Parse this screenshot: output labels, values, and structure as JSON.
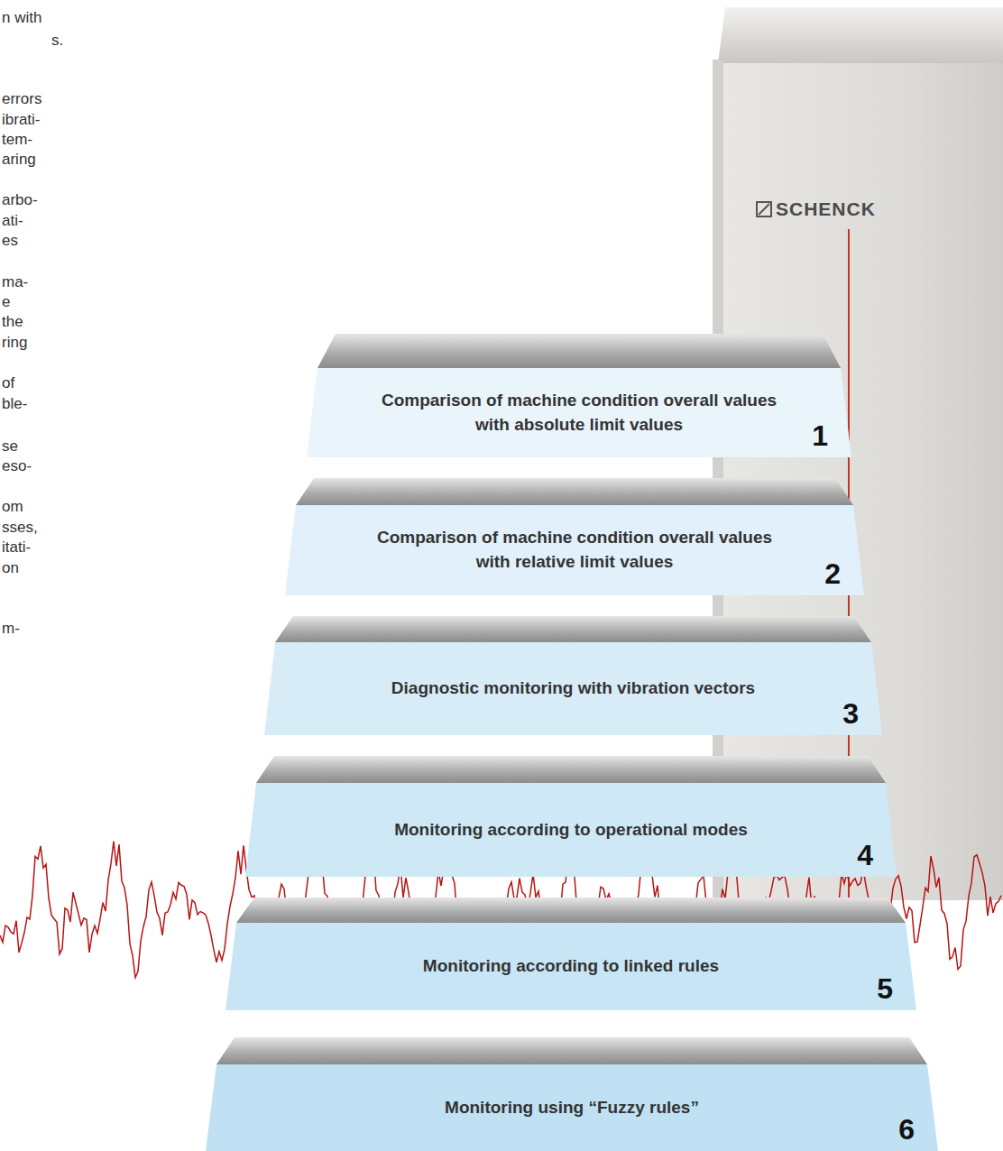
{
  "diagram": {
    "nodes": [
      {
        "text": [
          "SCHENCK"
        ]
      },
      {
        "text": [
          "Comparison of machine condition overall values with absolute limit values",
          "1"
        ]
      },
      {
        "text": [
          "Comparison of machine condition overall values with relative limit values",
          "2"
        ]
      },
      {
        "text": [
          "Diagnostic monitoring with vibration vectors",
          "3"
        ]
      },
      {
        "text": [
          "Monitoring according to operational modes",
          "4"
        ]
      },
      {
        "text": [
          "Monitoring according to linked rules",
          "5"
        ]
      },
      {
        "text": [
          "Monitoring using “Fuzzy rules”",
          "6"
        ]
      }
    ],
    "labels": [
      "n with",
      "s.",
      "errors",
      "ibrati-",
      "tem-",
      "aring",
      "arbo-",
      "ati-",
      "es",
      "ma-",
      "e",
      "the",
      "ring",
      "of",
      "ble-",
      "se",
      "eso-",
      "om",
      "sses,",
      "itati-",
      "on",
      "m-"
    ]
  }
}
